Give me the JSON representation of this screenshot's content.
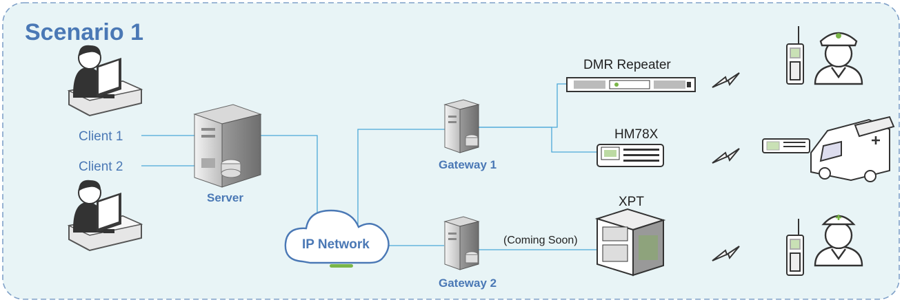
{
  "title": "Scenario 1",
  "clients": [
    "Client 1",
    "Client 2"
  ],
  "server_label": "Server",
  "network_label": "IP Network",
  "gateways": [
    "Gateway 1",
    "Gateway 2"
  ],
  "devices": {
    "repeater": "DMR Repeater",
    "mobile": "HM78X",
    "xpt": "XPT",
    "coming_soon": "(Coming Soon)"
  },
  "colors": {
    "background": "#e8f4f6",
    "border": "#7fa0c8",
    "accent_text": "#4a78b5",
    "link_line": "#4aa8d8",
    "network_green": "#7ab648"
  }
}
